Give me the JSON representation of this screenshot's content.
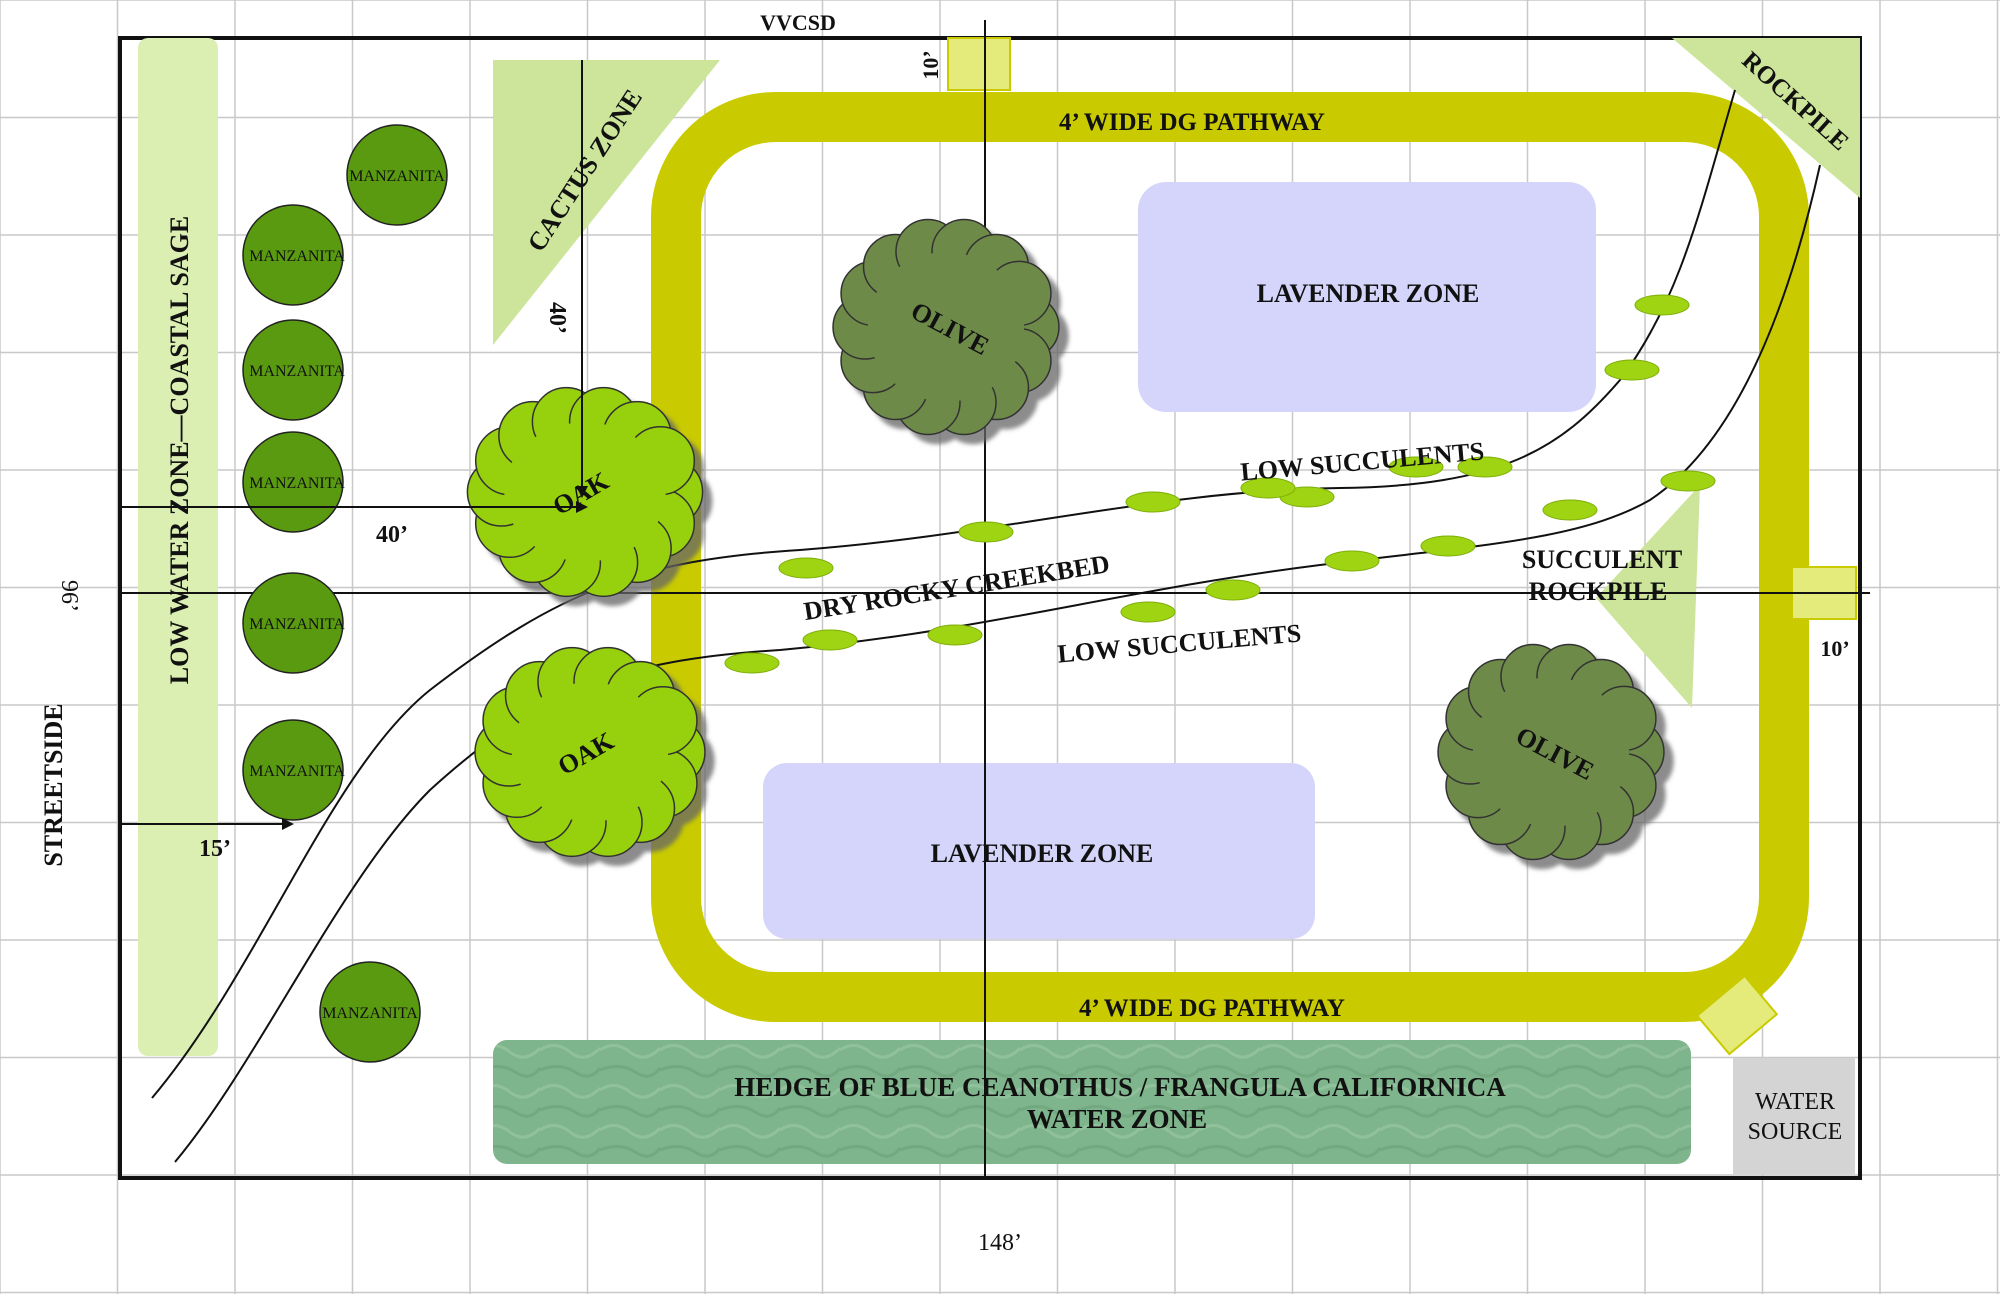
{
  "labels": {
    "top_neighbor": "VVCSD",
    "streetside": "STREETSIDE",
    "low_water_zone": "LOW WATER ZONE—COASTAL SAGE",
    "cactus_zone": "CACTUS ZONE",
    "rockpile_corner": "ROCKPILE",
    "pathway_top": "4’ WIDE DG PATHWAY",
    "pathway_bottom": "4’ WIDE DG PATHWAY",
    "lavender_zone_top": "LAVENDER ZONE",
    "lavender_zone_bottom": "LAVENDER ZONE",
    "low_succulents_top": "LOW SUCCULENTS",
    "low_succulents_bottom": "LOW SUCCULENTS",
    "dry_creekbed": "DRY ROCKY CREEKBED",
    "succulent_rockpile_line1": "SUCCULENT",
    "succulent_rockpile_line2": "ROCKPILE",
    "hedge_line1": "HEDGE OF BLUE CEANOTHUS / FRANGULA CALIFORNICA",
    "hedge_line2": "WATER ZONE",
    "water_source_line1": "WATER",
    "water_source_line2": "SOURCE"
  },
  "trees": {
    "manzanita": "MANZANITA",
    "manzanita_short": "MANZANITA",
    "oak": "OAK",
    "olive": "OLIVE"
  },
  "dimensions": {
    "width": "148’",
    "height": "96’",
    "gate_top": "10’",
    "gate_right": "10’",
    "oak_offset_x": "40’",
    "oak_offset_y": "40’",
    "street_offset": "15’"
  },
  "colors": {
    "pathway": "#c9cb00",
    "low_water_zone": "#dcefb3",
    "cactus_zone": "#cde59a",
    "lavender": "#d5d5fb",
    "manzanita": "#5a9a10",
    "oak": "#97d00e",
    "olive": "#6e8a48",
    "succulent": "#9fd412",
    "hedge": "#7fb58c",
    "water_source": "#d4d4d4",
    "gate": "#e4eb7a",
    "grid": "#c8c8c8"
  }
}
